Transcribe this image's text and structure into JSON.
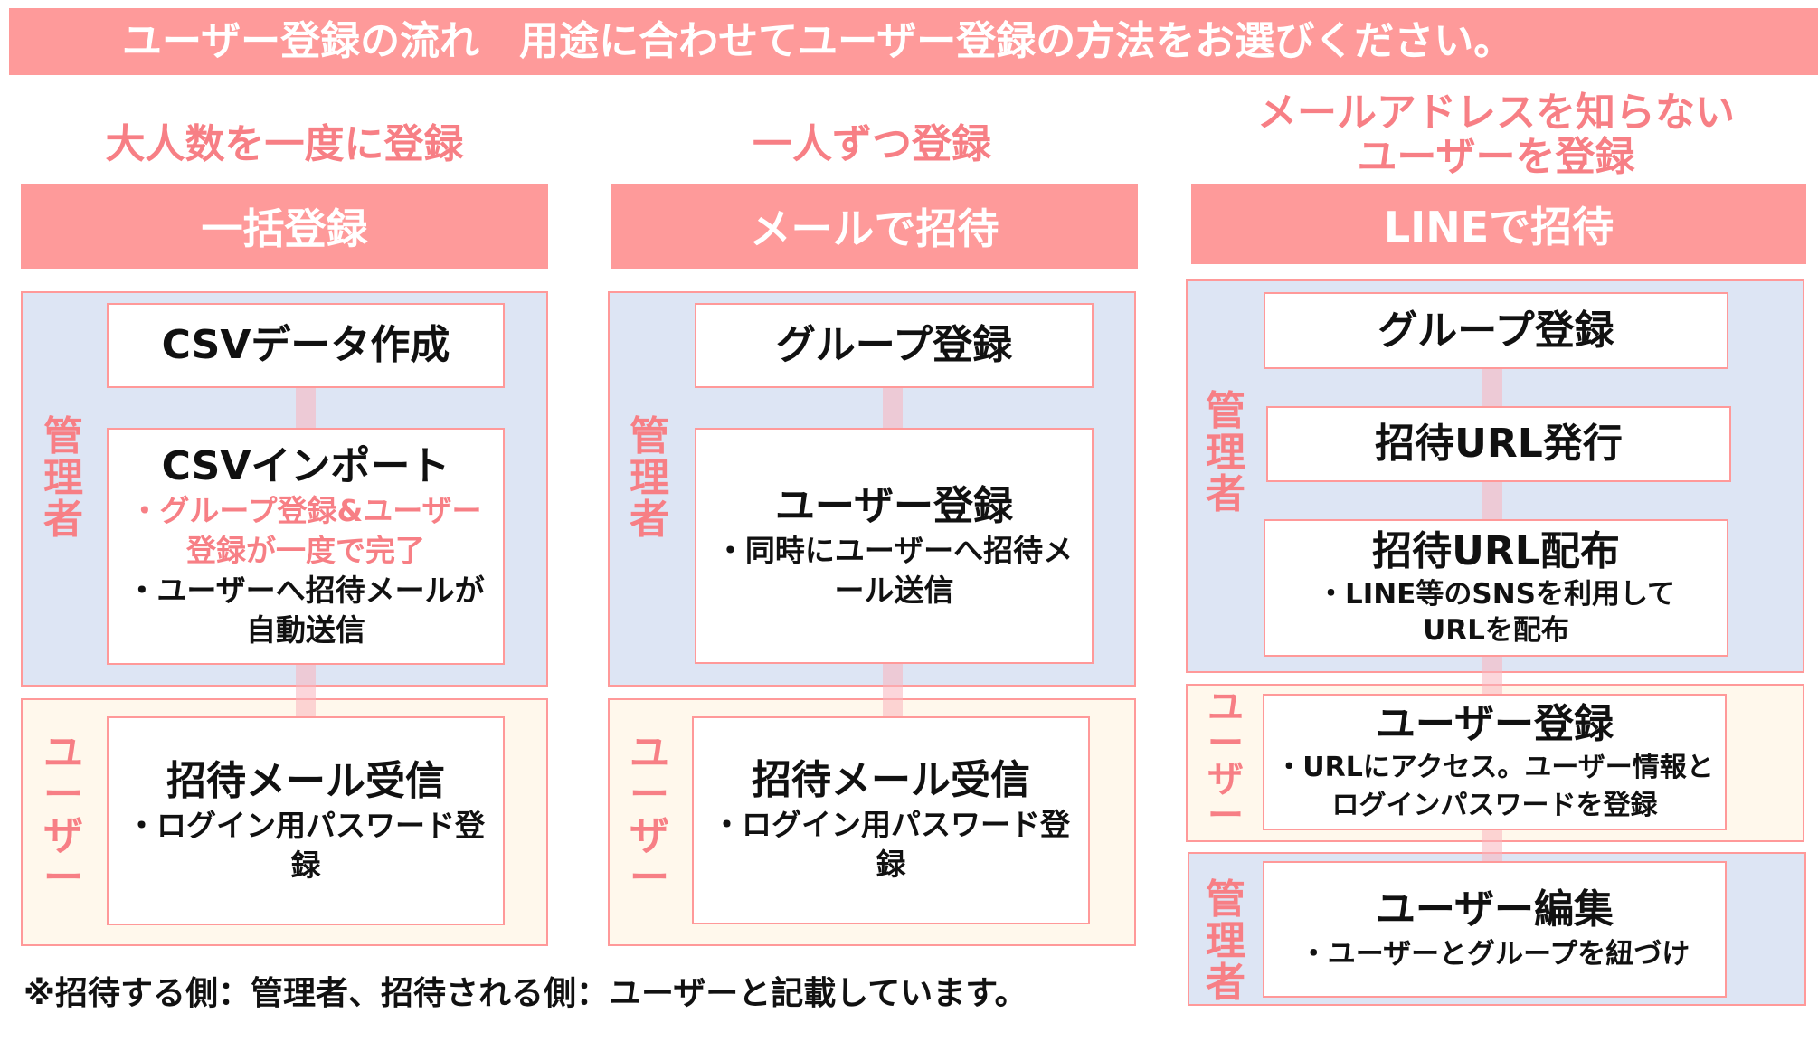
{
  "banner": "ユーザー登録の流れ　用途に合わせてユーザー登録の方法をお選びください。",
  "roles": {
    "admin": "管理者",
    "user": "ユーザー"
  },
  "columns": [
    {
      "subtitle": "大人数を一度に登録",
      "header": "一括登録",
      "steps": [
        {
          "title": "CSVデータ作成"
        },
        {
          "title": "CSVインポート",
          "desc_red": "・グループ登録&ユーザー登録が一度で完了",
          "desc": "・ユーザーへ招待メールが自動送信"
        },
        {
          "title": "招待メール受信",
          "desc": "・ログイン用パスワード登録"
        }
      ]
    },
    {
      "subtitle": "一人ずつ登録",
      "header": "メールで招待",
      "steps": [
        {
          "title": "グループ登録"
        },
        {
          "title": "ユーザー登録",
          "desc": "・同時にユーザーへ招待メール送信"
        },
        {
          "title": "招待メール受信",
          "desc": "・ログイン用パスワード登録"
        }
      ]
    },
    {
      "subtitle1": "メールアドレスを知らない",
      "subtitle2": "ユーザーを登録",
      "header": "LINEで招待",
      "steps": [
        {
          "title": "グループ登録"
        },
        {
          "title": "招待URL発行"
        },
        {
          "title": "招待URL配布",
          "desc": "・LINE等のSNSを利用してURLを配布"
        },
        {
          "title": "ユーザー登録",
          "desc": "・URLにアクセス。ユーザー情報とログインパスワードを登録"
        },
        {
          "title": "ユーザー編集",
          "desc": "・ユーザーとグループを紐づけ"
        }
      ]
    }
  ],
  "footnote": "※招待する側：管理者、招待される側：ユーザーと記載しています。",
  "colors": {
    "accent": "#fe9a9a",
    "text_accent": "#f77f85",
    "admin_bg": "#dde5f4",
    "user_bg": "#fff8ec"
  }
}
